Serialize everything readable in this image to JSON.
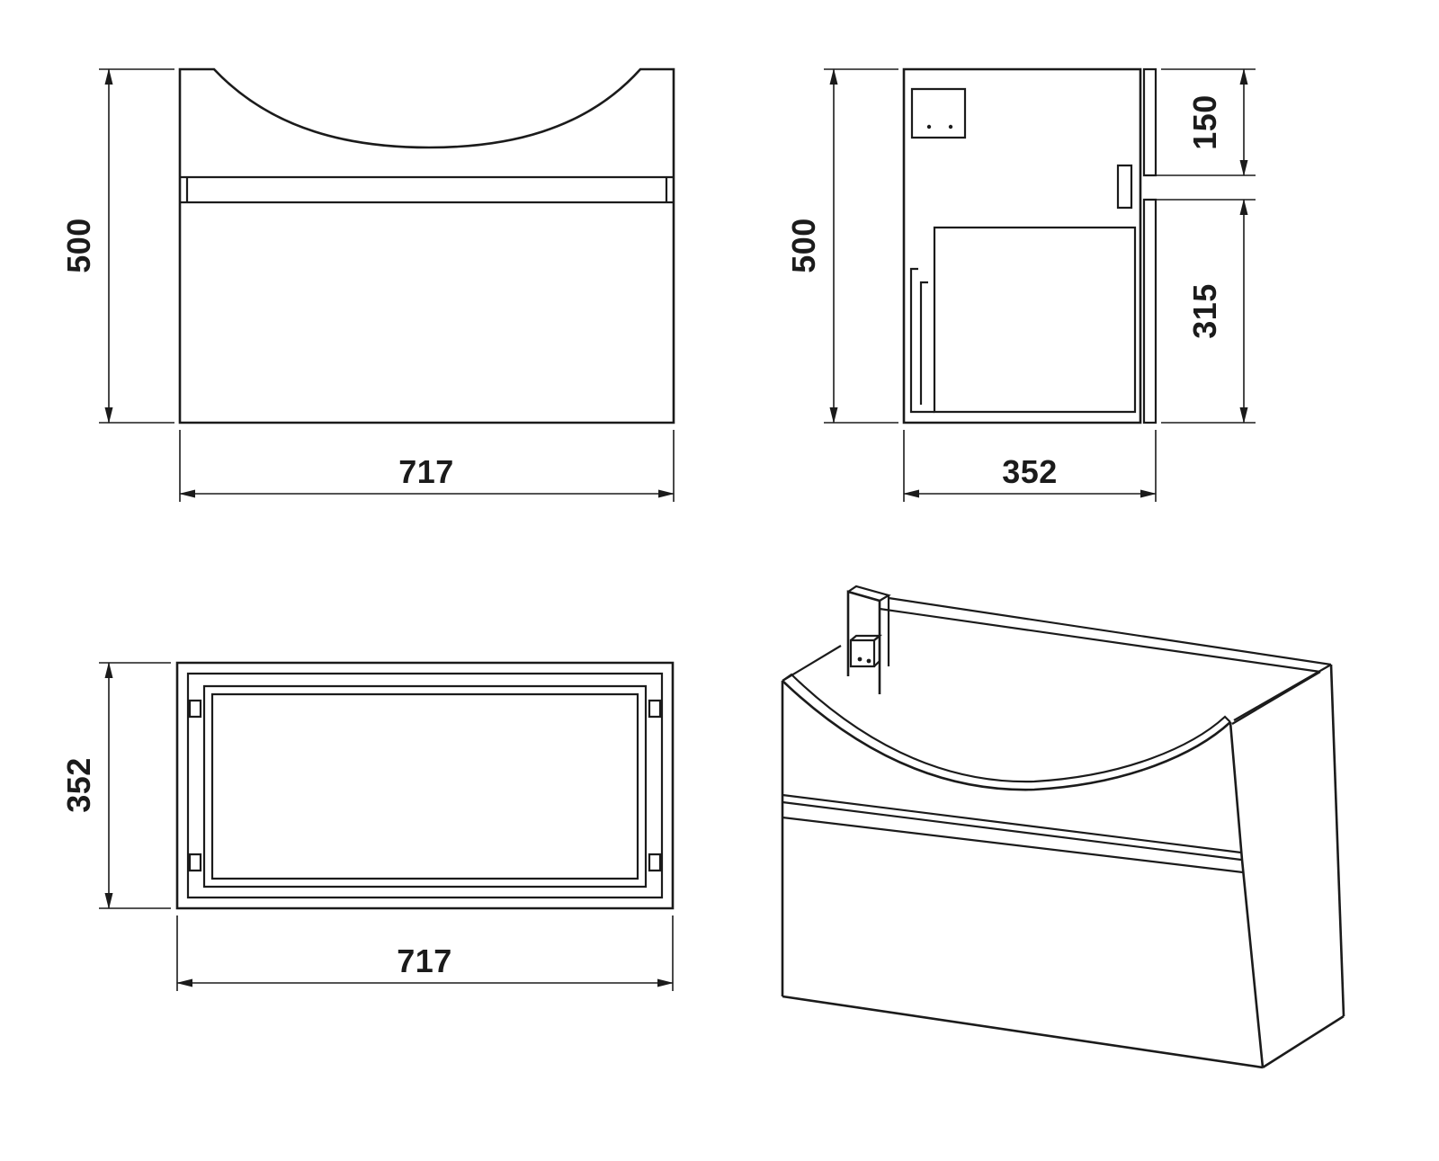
{
  "colors": {
    "line": "#1b1b1b",
    "background": "#ffffff"
  },
  "dimensions": {
    "front_view": {
      "height": "500",
      "width": "717"
    },
    "side_view": {
      "height": "500",
      "depth": "352",
      "top_section_height": "150",
      "drawer_front_height": "315"
    },
    "top_view": {
      "depth": "352",
      "width": "717"
    }
  }
}
